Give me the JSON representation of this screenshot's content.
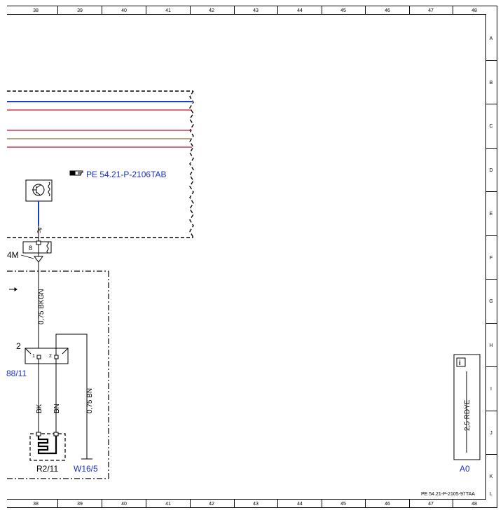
{
  "frame": {
    "columns": [
      "38",
      "39",
      "40",
      "41",
      "42",
      "43",
      "44",
      "45",
      "46",
      "47",
      "48"
    ],
    "rows": [
      "A",
      "B",
      "C",
      "D",
      "E",
      "F",
      "G",
      "H",
      "I",
      "J",
      "K",
      "L"
    ]
  },
  "reference_link": {
    "icon": "pointing-hand-icon",
    "text": "PE 54.21-P-2106TAB"
  },
  "labels": {
    "ground_4m": "4M",
    "pin_8": "8",
    "pin_sg": "Sg",
    "wire_top": "0,75 BKGN",
    "connector_2": "2",
    "pin_1": "1",
    "pin_2": "2",
    "ref_88_11": "88/11",
    "wire_bk": "BK",
    "wire_bn": "BN",
    "wire_075bn": "0,75 BN",
    "component_r2_11": "R2/11",
    "ref_w16_5": "W16/5",
    "wire_rdye": "2,5 RDYE",
    "ref_a0": "A0",
    "info_icon_glyph": "i",
    "doc_number": "PE 54.21-P-2105-97TAA"
  },
  "colors": {
    "wire_blue": "#1a3fc8",
    "wire_red": "#c8102e",
    "wire_brown": "#a58360",
    "link_blue": "#1a2fcf"
  }
}
